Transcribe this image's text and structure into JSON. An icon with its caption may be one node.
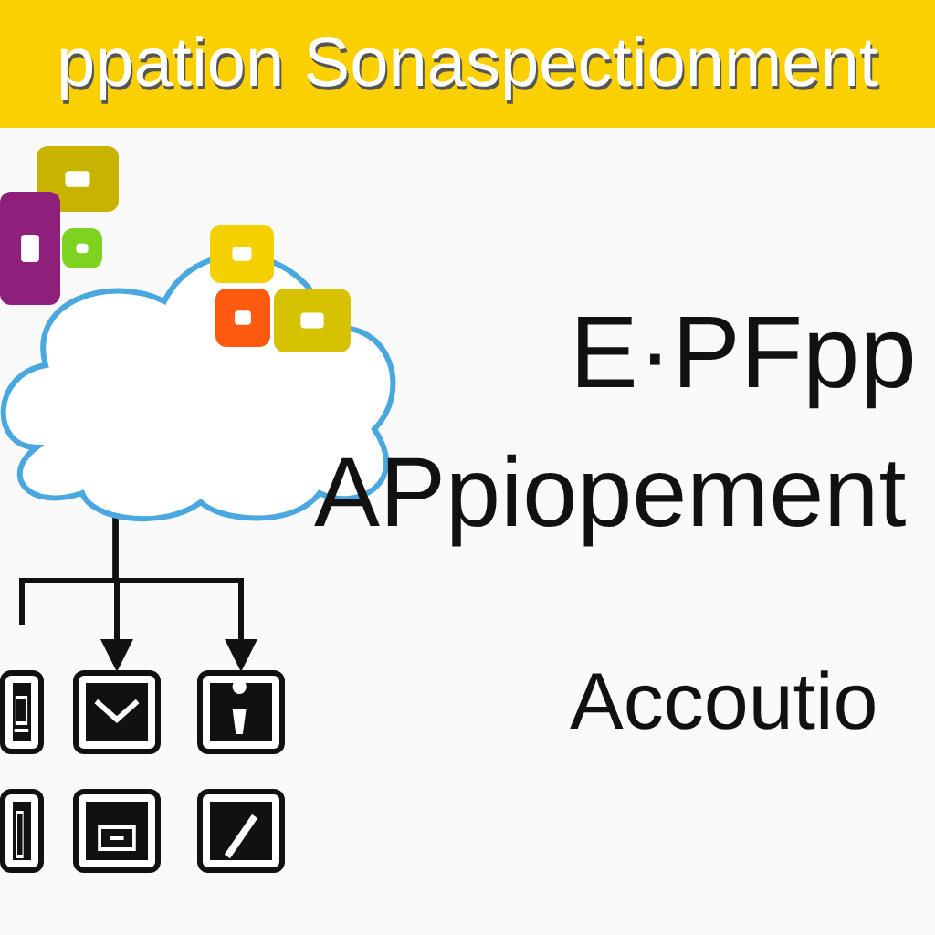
{
  "diagram": {
    "title": "ppation Sonaspectionment",
    "nodes": [
      {
        "text": [],
        "shape": "cloud"
      },
      {
        "text": [],
        "shape": "box"
      },
      {
        "text": [],
        "shape": "box"
      },
      {
        "text": [],
        "shape": "box"
      },
      {
        "text": [],
        "shape": "box"
      },
      {
        "text": [],
        "shape": "box"
      },
      {
        "text": [],
        "shape": "box"
      }
    ],
    "edges": [
      {
        "from": 0,
        "to": 1,
        "arrow": "none"
      },
      {
        "from": 0,
        "to": 2,
        "arrow": "to"
      },
      {
        "from": 0,
        "to": 3,
        "arrow": "to"
      }
    ],
    "labels": [
      "E·PFpp",
      "APpiopement",
      "Accoutio"
    ]
  }
}
